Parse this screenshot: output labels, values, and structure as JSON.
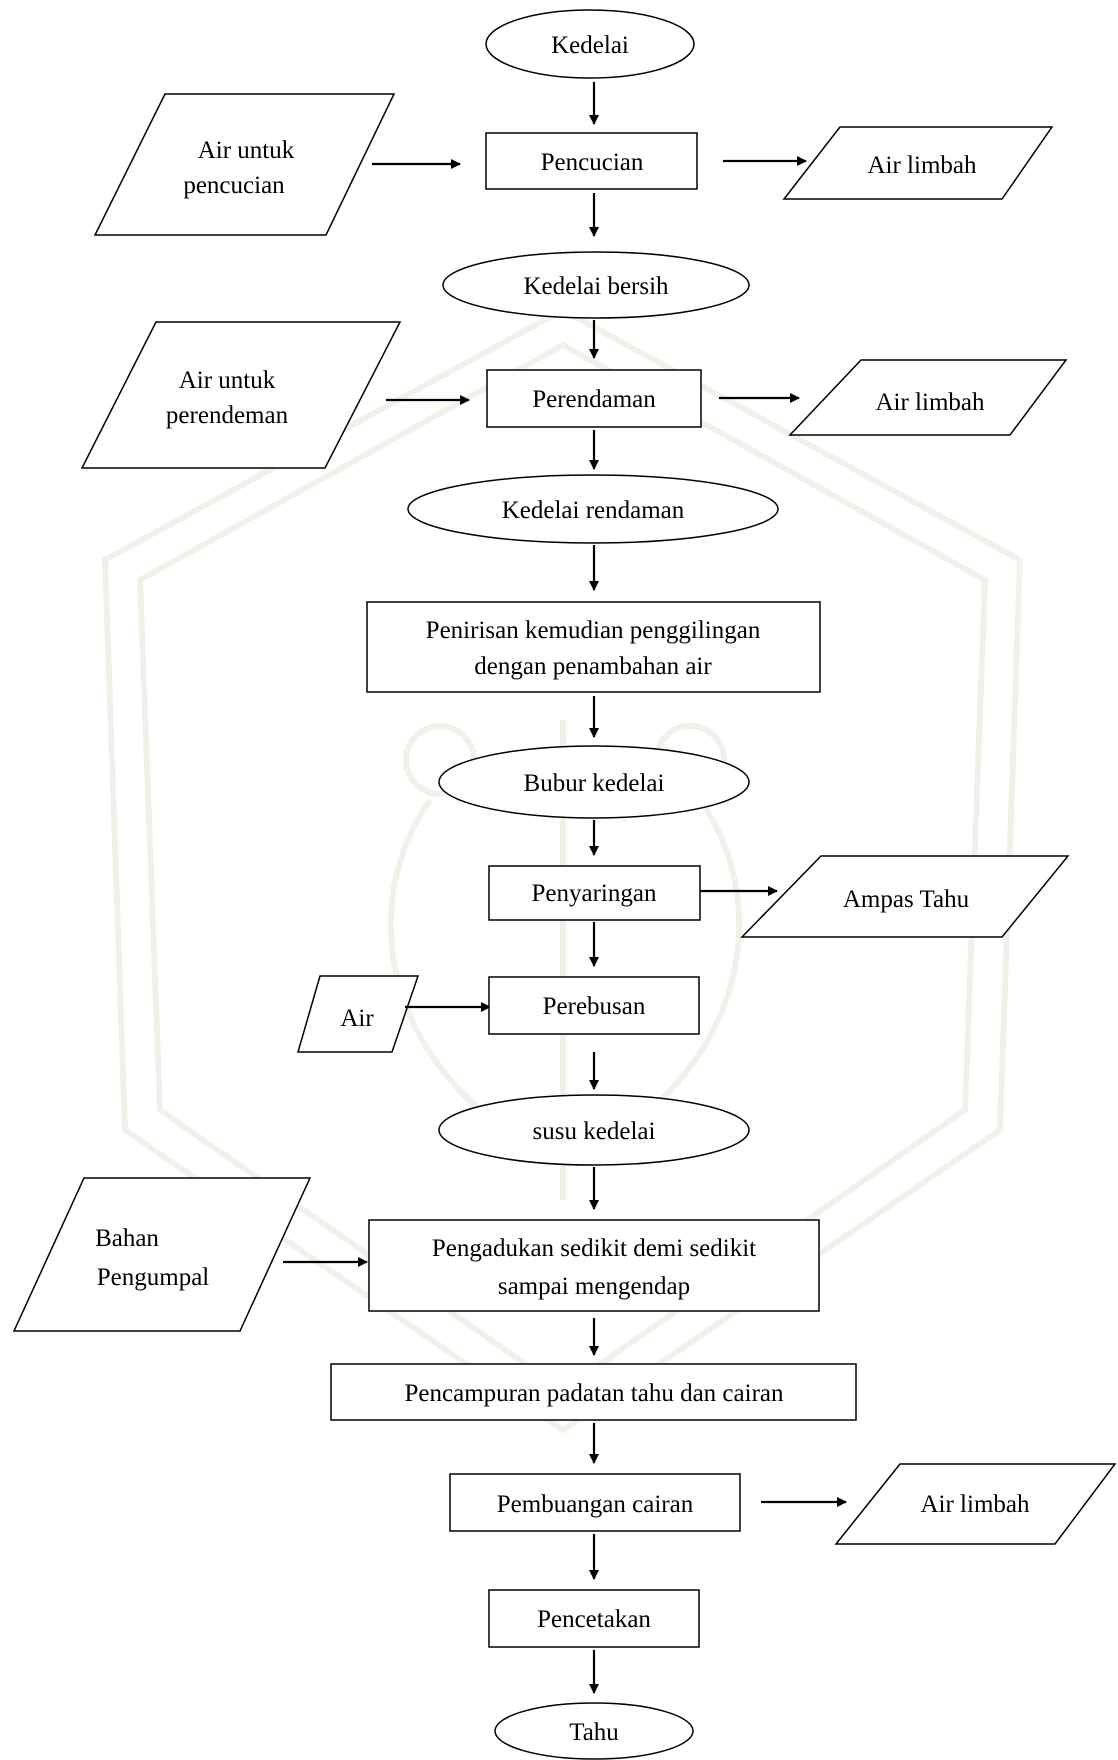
{
  "flowchart": {
    "start": "Kedelai",
    "washing": {
      "input": [
        "Air untuk",
        "pencucian"
      ],
      "process": "Pencucian",
      "output": "Air limbah"
    },
    "clean_soybean": "Kedelai bersih",
    "soaking": {
      "input": [
        "Air untuk",
        "perendeman"
      ],
      "process": "Perendaman",
      "output": "Air limbah"
    },
    "soaked_soybean": "Kedelai rendaman",
    "grinding": [
      "Penirisan kemudian penggilingan",
      "dengan penambahan air"
    ],
    "slurry": "Bubur kedelai",
    "filtering": {
      "process": "Penyaringan",
      "output": "Ampas Tahu"
    },
    "boiling": {
      "input": "Air",
      "process": "Perebusan"
    },
    "soy_milk": "susu kedelai",
    "stirring": {
      "input": [
        "Bahan",
        "Pengumpal"
      ],
      "process": [
        "Pengadukan sedikit demi sedikit",
        "sampai mengendap"
      ]
    },
    "mixing": "Pencampuran padatan tahu dan cairan",
    "draining": {
      "process": "Pembuangan cairan",
      "output": "Air limbah"
    },
    "molding": "Pencetakan",
    "end": "Tahu"
  }
}
